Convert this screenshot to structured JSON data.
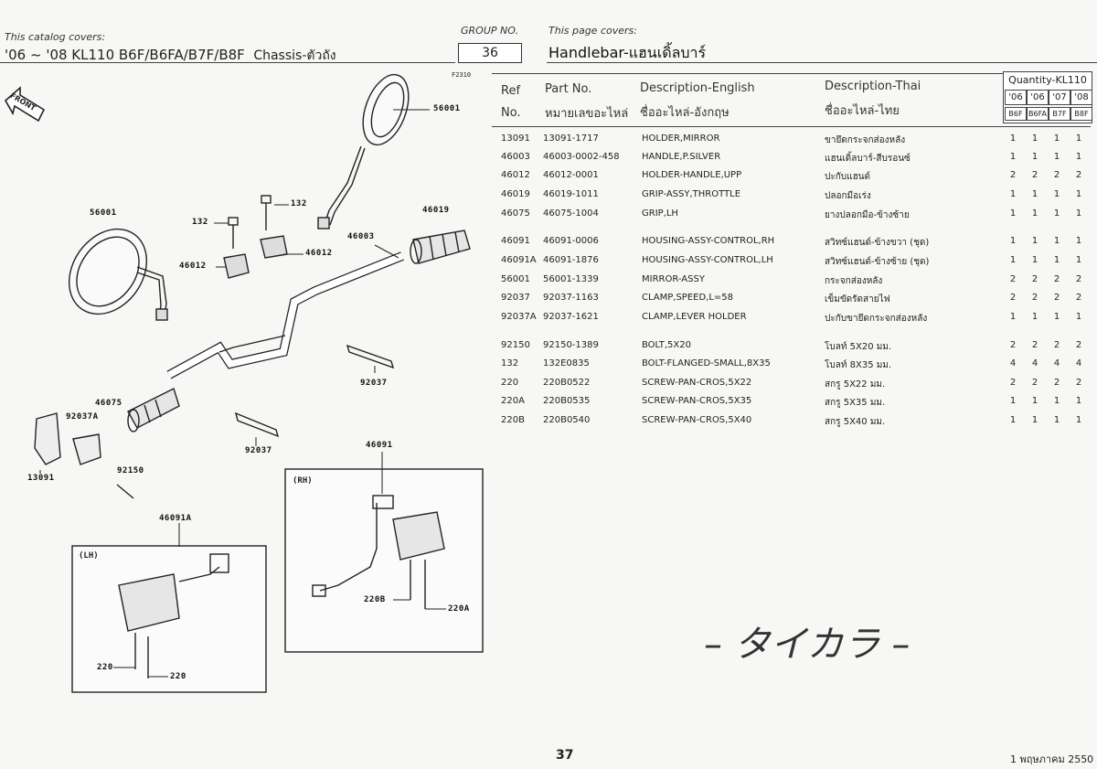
{
  "header": {
    "catalog_caption": "This catalog covers:",
    "model": "'06 ~ '08 KL110 B6F/B6FA/B7F/B8F",
    "section": "Chassis-ตัวถัง",
    "group_caption": "GROUP NO.",
    "group_no": "36",
    "page_caption": "This page covers:",
    "page_title": "Handlebar-แฮนเดิ้ลบาร์",
    "figure_code": "F2310"
  },
  "table": {
    "headers": {
      "ref_1": "Ref",
      "ref_2": "No.",
      "part_1": "Part No.",
      "part_2": "หมายเลขอะไหล่",
      "en_1": "Description-English",
      "en_2": "ชื่ออะไหล่-อังกฤษ",
      "th_1": "Description-Thai",
      "th_2": "ชื่ออะไหล่-ไทย"
    },
    "quantity": {
      "title": "Quantity-KL110",
      "years": [
        "'06",
        "'06",
        "'07",
        "'08"
      ],
      "models": [
        "B6F",
        "B6FA",
        "B7F",
        "B8F"
      ]
    },
    "rows": [
      {
        "ref": "13091",
        "part": "13091-1717",
        "en": "HOLDER,MIRROR",
        "th": "ขายึดกระจกส่องหลัง",
        "q": [
          "1",
          "1",
          "1",
          "1"
        ]
      },
      {
        "ref": "46003",
        "part": "46003-0002-458",
        "en": "HANDLE,P.SILVER",
        "th": "แฮนเดิ้ลบาร์-สีบรอนซ์",
        "q": [
          "1",
          "1",
          "1",
          "1"
        ]
      },
      {
        "ref": "46012",
        "part": "46012-0001",
        "en": "HOLDER-HANDLE,UPP",
        "th": "ปะกับแฮนด์",
        "q": [
          "2",
          "2",
          "2",
          "2"
        ]
      },
      {
        "ref": "46019",
        "part": "46019-1011",
        "en": "GRIP-ASSY,THROTTLE",
        "th": "ปลอกมือเร่ง",
        "q": [
          "1",
          "1",
          "1",
          "1"
        ]
      },
      {
        "ref": "46075",
        "part": "46075-1004",
        "en": "GRIP,LH",
        "th": "ยางปลอกมือ-ข้างซ้าย",
        "q": [
          "1",
          "1",
          "1",
          "1"
        ]
      },
      {
        "ref": "46091",
        "part": "46091-0006",
        "en": "HOUSING-ASSY-CONTROL,RH",
        "th": "สวิทซ์แฮนด์-ข้างขวา (ชุด)",
        "q": [
          "1",
          "1",
          "1",
          "1"
        ]
      },
      {
        "ref": "46091A",
        "part": "46091-1876",
        "en": "HOUSING-ASSY-CONTROL,LH",
        "th": "สวิทซ์แฮนด์-ข้างซ้าย (ชุด)",
        "q": [
          "1",
          "1",
          "1",
          "1"
        ]
      },
      {
        "ref": "56001",
        "part": "56001-1339",
        "en": "MIRROR-ASSY",
        "th": "กระจกส่องหลัง",
        "q": [
          "2",
          "2",
          "2",
          "2"
        ]
      },
      {
        "ref": "92037",
        "part": "92037-1163",
        "en": "CLAMP,SPEED,L=58",
        "th": "เข็มขัดรัดสายไฟ",
        "q": [
          "2",
          "2",
          "2",
          "2"
        ]
      },
      {
        "ref": "92037A",
        "part": "92037-1621",
        "en": "CLAMP,LEVER HOLDER",
        "th": "ปะกับขายึดกระจกส่องหลัง",
        "q": [
          "1",
          "1",
          "1",
          "1"
        ]
      },
      {
        "ref": "92150",
        "part": "92150-1389",
        "en": "BOLT,5X20",
        "th": "โบลท์ 5X20 มม.",
        "q": [
          "2",
          "2",
          "2",
          "2"
        ]
      },
      {
        "ref": "132",
        "part": "132E0835",
        "en": "BOLT-FLANGED-SMALL,8X35",
        "th": "โบลท์ 8X35 มม.",
        "q": [
          "4",
          "4",
          "4",
          "4"
        ]
      },
      {
        "ref": "220",
        "part": "220B0522",
        "en": "SCREW-PAN-CROS,5X22",
        "th": "สกรู 5X22 มม.",
        "q": [
          "2",
          "2",
          "2",
          "2"
        ]
      },
      {
        "ref": "220A",
        "part": "220B0535",
        "en": "SCREW-PAN-CROS,5X35",
        "th": "สกรู 5X35 มม.",
        "q": [
          "1",
          "1",
          "1",
          "1"
        ]
      },
      {
        "ref": "220B",
        "part": "220B0540",
        "en": "SCREW-PAN-CROS,5X40",
        "th": "สกรู 5X40 มม.",
        "q": [
          "1",
          "1",
          "1",
          "1"
        ]
      }
    ]
  },
  "diagram": {
    "front_label": "FRONT",
    "labels": {
      "l56001a": "56001",
      "l56001b": "56001",
      "l132a": "132",
      "l132b": "132",
      "l46012a": "46012",
      "l46012b": "46012",
      "l46019": "46019",
      "l46003": "46003",
      "l46075": "46075",
      "l92037A": "92037A",
      "l92150": "92150",
      "l13091": "13091",
      "l92037a": "92037",
      "l92037b": "92037",
      "l46091": "46091",
      "l46091A": "46091A",
      "l220Ba": "220B",
      "l220A": "220A",
      "l220a": "220",
      "l220b": "220"
    },
    "rh_box_label": "(RH)",
    "lh_box_label": "(LH)"
  },
  "watermark": "– タイカラ –",
  "footer": {
    "page_no": "37",
    "date": "1 พฤษภาคม 2550"
  }
}
